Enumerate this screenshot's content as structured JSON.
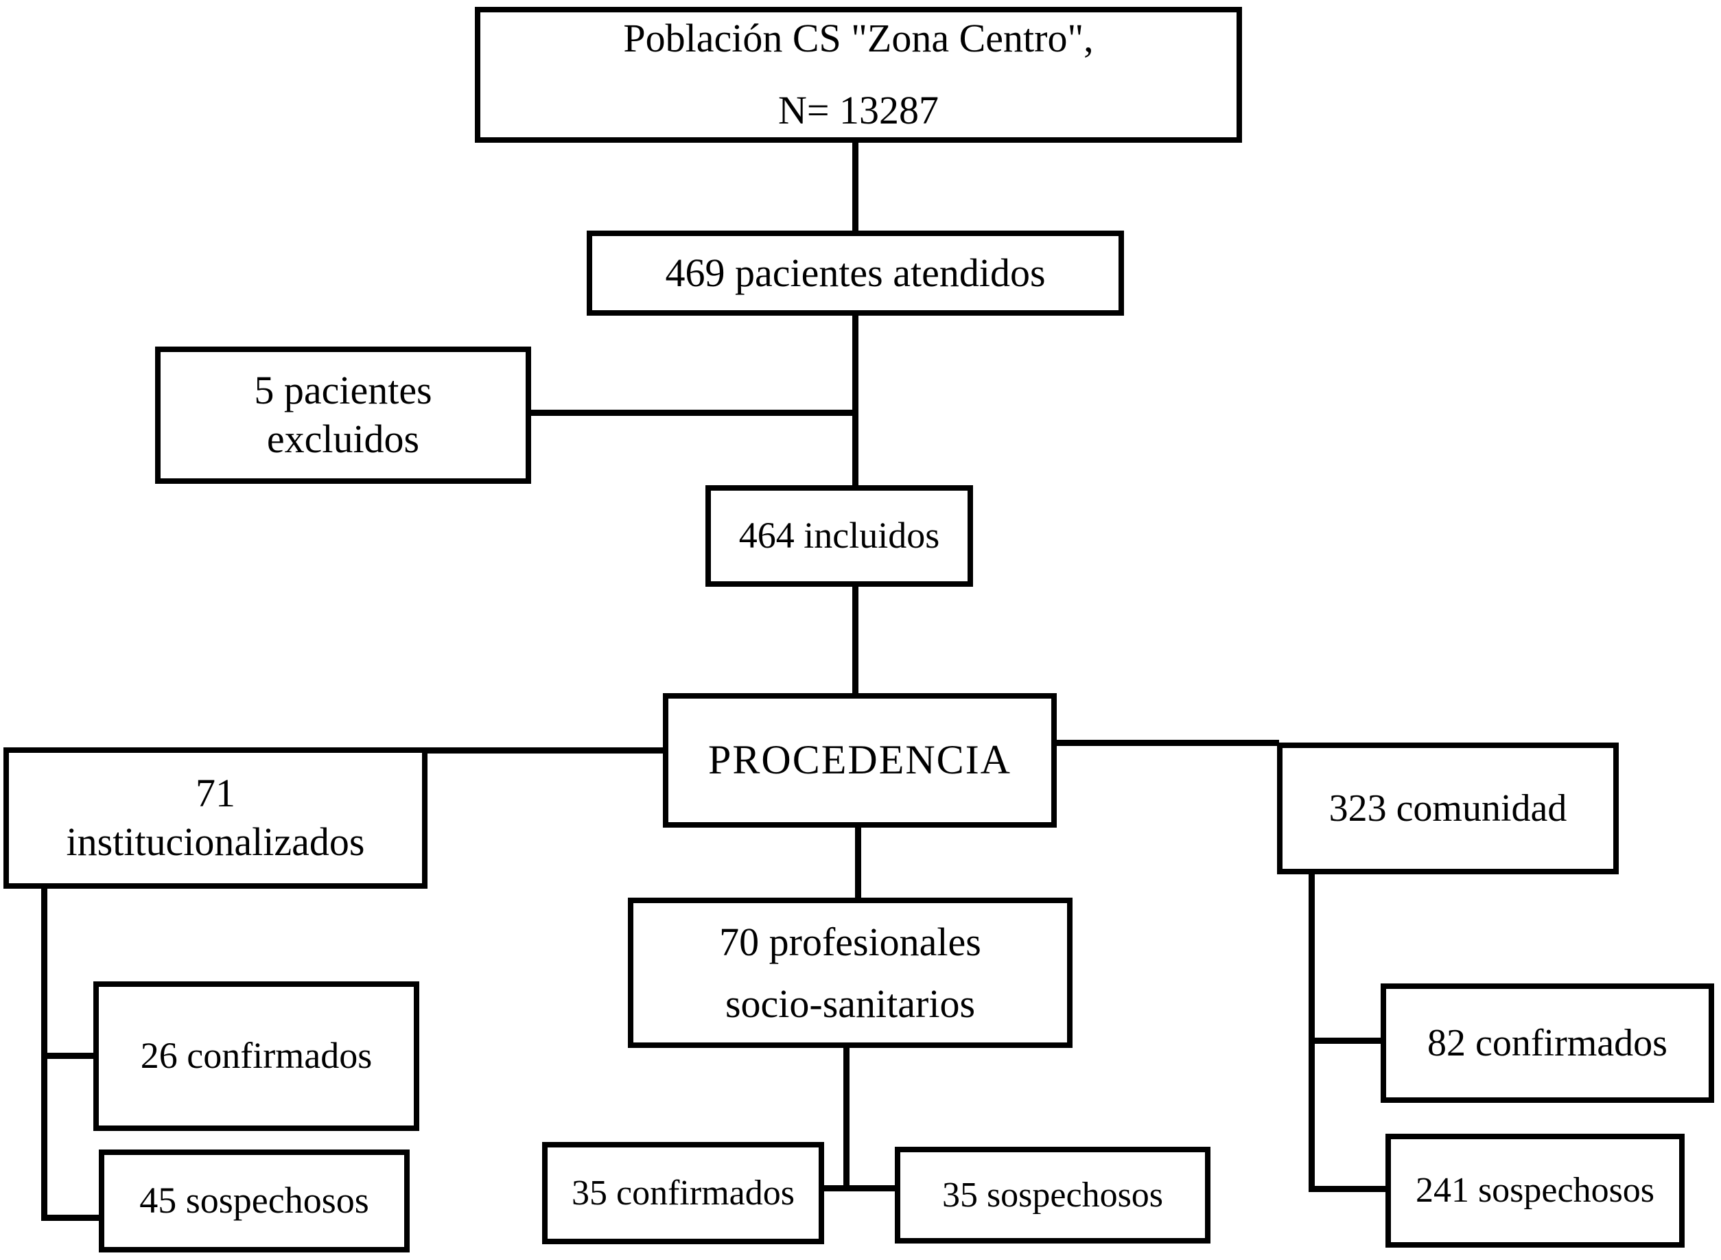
{
  "diagram": {
    "colors": {
      "border": "#000000",
      "background": "#ffffff",
      "text": "#000000"
    },
    "title_box": {
      "line1": "Población CS \"Zona Centro\",",
      "line2": "N= 13287"
    },
    "attended": {
      "label": "469 pacientes atendidos"
    },
    "excluded": {
      "line1": "5 pacientes",
      "line2": "excluidos"
    },
    "included": {
      "label": "464 incluidos"
    },
    "procedencia": {
      "label": "PROCEDENCIA"
    },
    "institutionalized": {
      "line1": "71",
      "line2": "institucionalizados"
    },
    "community": {
      "label": "323 comunidad"
    },
    "professionals": {
      "line1": "70 profesionales",
      "line2": "socio-sanitarios"
    },
    "inst_confirmed": {
      "label": "26 confirmados"
    },
    "inst_suspected": {
      "label": "45 sospechosos"
    },
    "prof_confirmed": {
      "label": "35 confirmados"
    },
    "prof_suspected": {
      "label": "35 sospechosos"
    },
    "comm_confirmed": {
      "label": "82 confirmados"
    },
    "comm_suspected": {
      "label": "241 sospechosos"
    }
  }
}
